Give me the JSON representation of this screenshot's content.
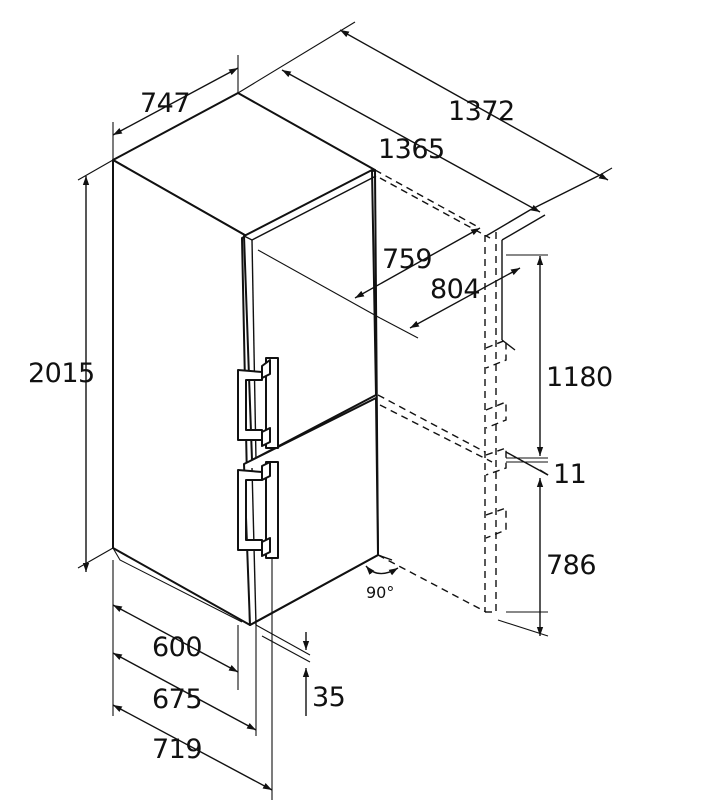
{
  "dimensions": {
    "width_top": "747",
    "height_total": "2015",
    "open_depth_outer": "1372",
    "open_depth_inner": "1365",
    "door_depth_upper": "759",
    "door_depth_lower": "804",
    "upper_section_height": "1180",
    "gap": "11",
    "lower_section_height": "786",
    "depth_body": "600",
    "depth_with_door": "675",
    "depth_with_handle": "719",
    "handle_projection": "35",
    "door_angle": "90°"
  }
}
